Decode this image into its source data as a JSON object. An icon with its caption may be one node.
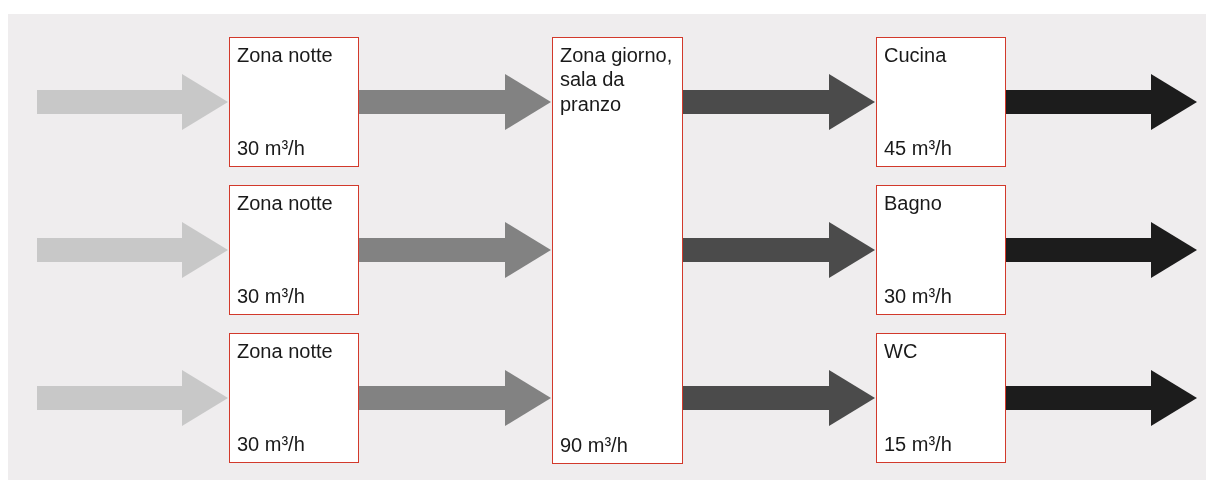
{
  "diagram": {
    "nodes": [
      {
        "text": [
          "Zona notte",
          "30 m³/h"
        ]
      },
      {
        "text": [
          "Zona notte",
          "30 m³/h"
        ]
      },
      {
        "text": [
          "Zona notte",
          "30 m³/h"
        ]
      },
      {
        "text": [
          "Zona giorno, sala da pranzo",
          "90 m³/h"
        ]
      },
      {
        "text": [
          "Cucina",
          "45 m³/h"
        ]
      },
      {
        "text": [
          "Bagno",
          "30 m³/h"
        ]
      },
      {
        "text": [
          "WC",
          "15 m³/h"
        ]
      }
    ],
    "edges": [
      {
        "from": null,
        "to": 0,
        "arrow": "to",
        "color": "#c8c8c8"
      },
      {
        "from": null,
        "to": 1,
        "arrow": "to",
        "color": "#c8c8c8"
      },
      {
        "from": null,
        "to": 2,
        "arrow": "to",
        "color": "#c8c8c8"
      },
      {
        "from": 0,
        "to": 3,
        "arrow": "to",
        "color": "#828282"
      },
      {
        "from": 1,
        "to": 3,
        "arrow": "to",
        "color": "#828282"
      },
      {
        "from": 2,
        "to": 3,
        "arrow": "to",
        "color": "#828282"
      },
      {
        "from": 3,
        "to": 4,
        "arrow": "to",
        "color": "#4b4b4b"
      },
      {
        "from": 3,
        "to": 5,
        "arrow": "to",
        "color": "#4b4b4b"
      },
      {
        "from": 3,
        "to": 6,
        "arrow": "to",
        "color": "#4b4b4b"
      },
      {
        "from": 4,
        "to": null,
        "arrow": "to",
        "color": "#1c1c1c"
      },
      {
        "from": 5,
        "to": null,
        "arrow": "to",
        "color": "#1c1c1c"
      },
      {
        "from": 6,
        "to": null,
        "arrow": "to",
        "color": "#1c1c1c"
      }
    ]
  }
}
